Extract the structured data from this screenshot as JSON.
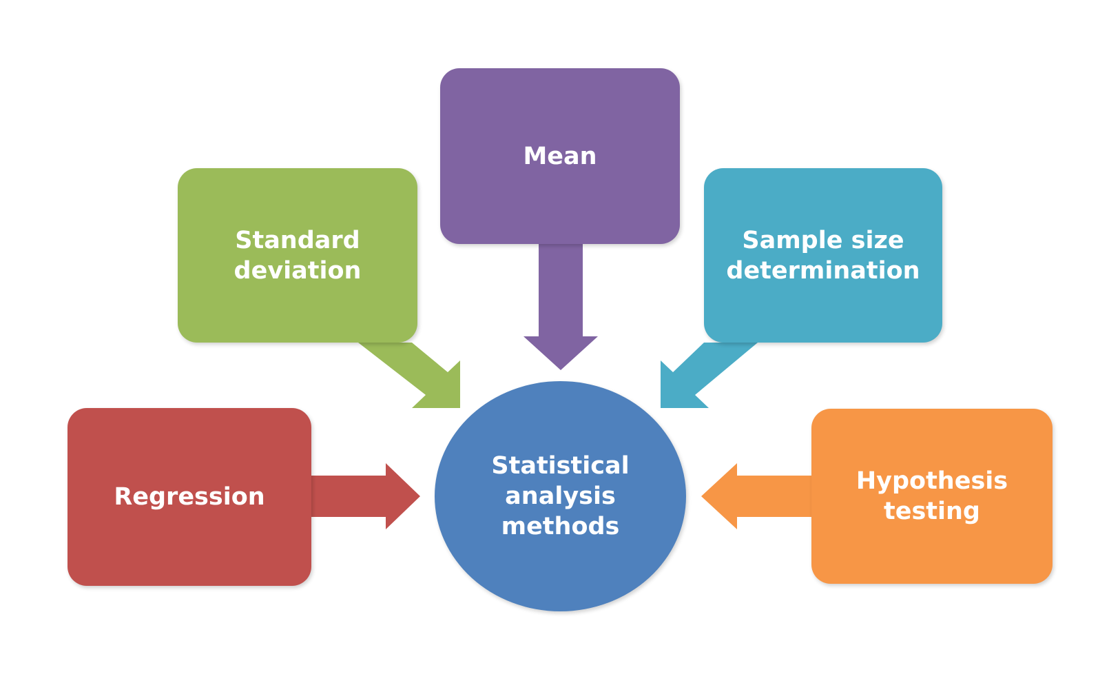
{
  "center": {
    "label": "Statistical\nanalysis\nmethods",
    "color": "#4f81bd"
  },
  "nodes": {
    "mean": {
      "label": "Mean",
      "color": "#8064a2"
    },
    "standard_deviation": {
      "label": "Standard\ndeviation",
      "color": "#9bbb59"
    },
    "sample_size": {
      "label": "Sample size\ndetermination",
      "color": "#4bacc6"
    },
    "regression": {
      "label": "Regression",
      "color": "#c0504d"
    },
    "hypothesis": {
      "label": "Hypothesis\ntesting",
      "color": "#f79646"
    }
  }
}
